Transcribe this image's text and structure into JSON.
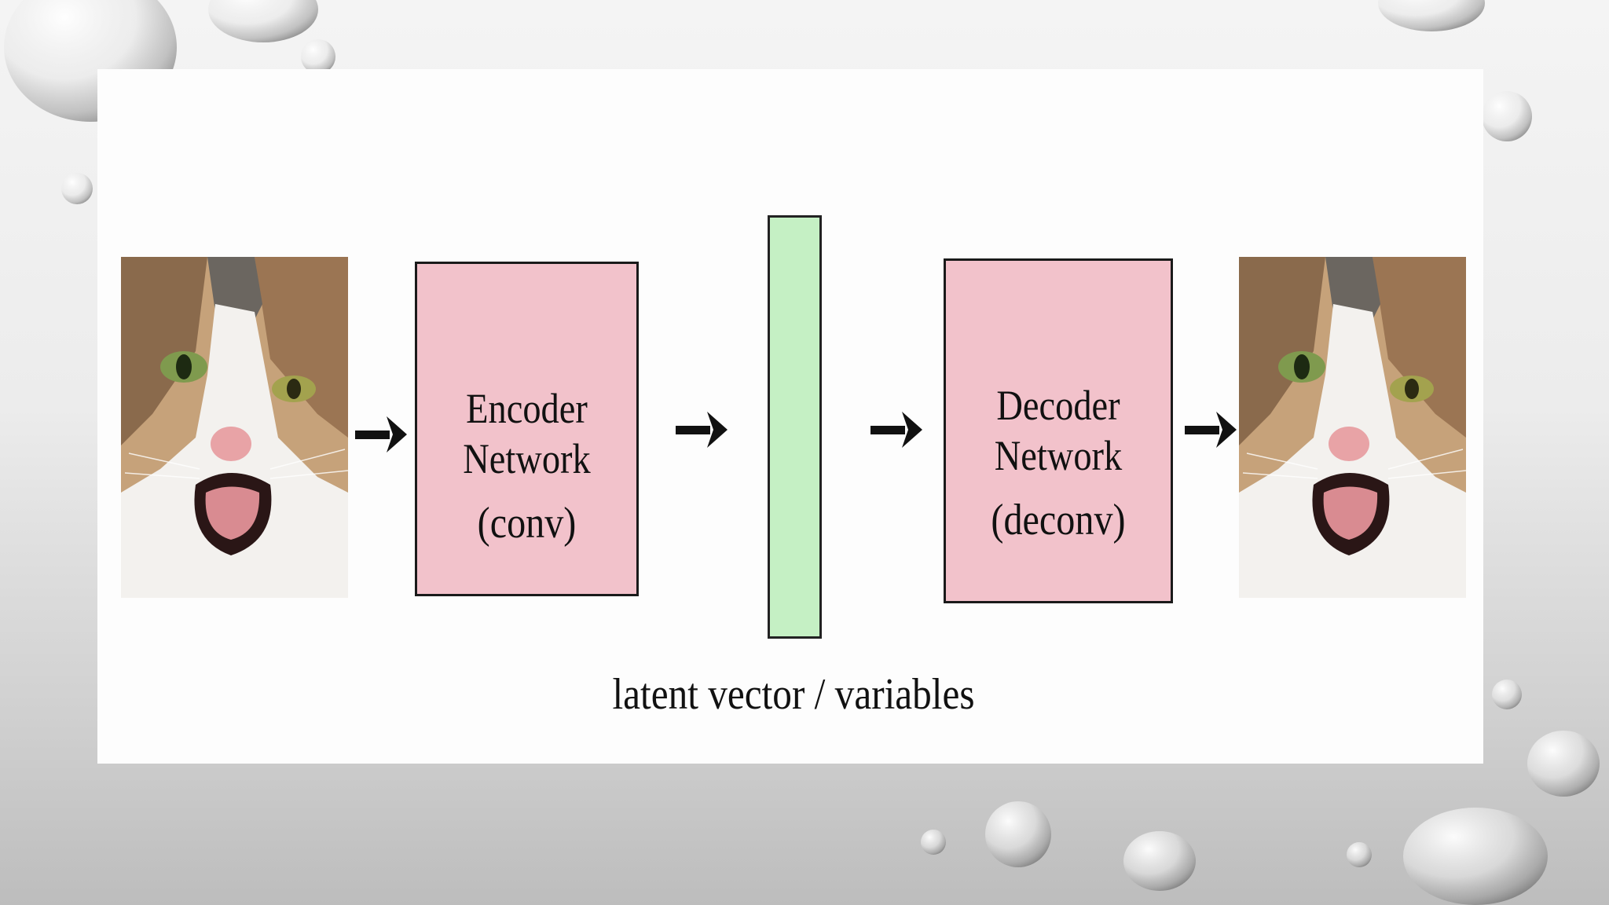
{
  "diagram": {
    "encoder": {
      "title": "Encoder\nNetwork",
      "subtitle": "(conv)"
    },
    "decoder": {
      "title": "Decoder\nNetwork",
      "subtitle": "(deconv)"
    },
    "latent_caption": "latent vector / variables"
  },
  "colors": {
    "network_box": "#f2c2cb",
    "latent_bar": "#c5f0c4",
    "outline": "#1a1a1a"
  },
  "icons": [
    "arrow-right-icon",
    "water-droplet-decoration",
    "cat-face-photo"
  ]
}
